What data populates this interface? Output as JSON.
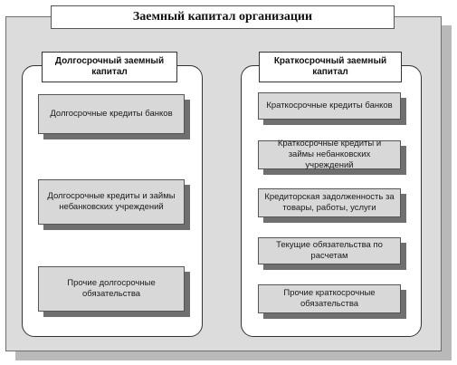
{
  "title": "Заемный капитал организации",
  "left": {
    "title": "Долгосрочный заемный капитал",
    "items": [
      "Долгосрочные кредиты банков",
      "Долгосрочные кредиты и займы небанковских учреждений",
      "Прочие долгосрочные обязательства"
    ]
  },
  "right": {
    "title": "Краткосрочный заемный капитал",
    "items": [
      "Краткосрочные кредиты банков",
      "Краткосрочные кредиты и займы небанковских учреждений",
      "Кредиторская задолженность за товары, работы, услуги",
      "Текущие обязательства по расчетам",
      "Прочие краткосрочные обязательства"
    ]
  }
}
